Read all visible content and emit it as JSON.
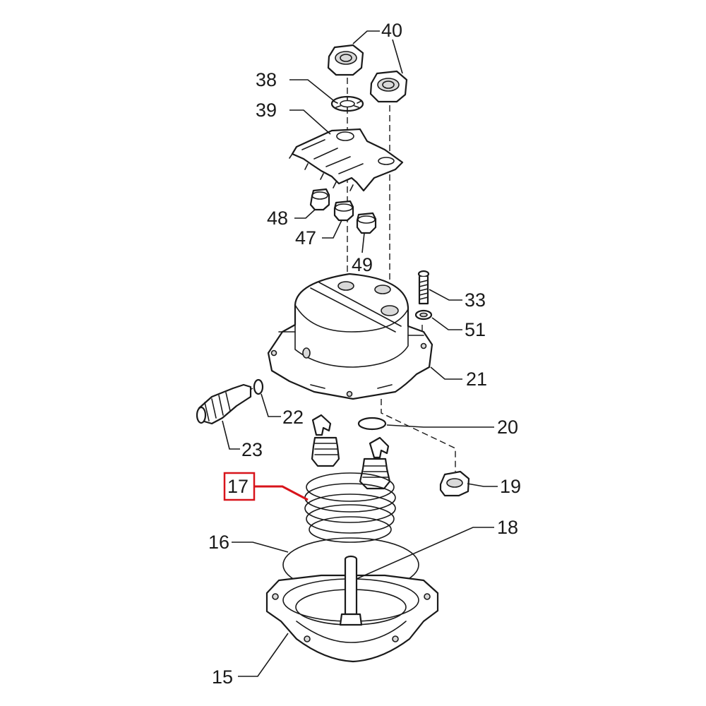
{
  "diagram": {
    "callouts": [
      {
        "id": "p40",
        "label": "40"
      },
      {
        "id": "p38",
        "label": "38"
      },
      {
        "id": "p39",
        "label": "39"
      },
      {
        "id": "p48",
        "label": "48"
      },
      {
        "id": "p47",
        "label": "47"
      },
      {
        "id": "p49",
        "label": "49"
      },
      {
        "id": "p33",
        "label": "33"
      },
      {
        "id": "p51",
        "label": "51"
      },
      {
        "id": "p21",
        "label": "21"
      },
      {
        "id": "p22",
        "label": "22"
      },
      {
        "id": "p20",
        "label": "20"
      },
      {
        "id": "p23",
        "label": "23"
      },
      {
        "id": "p17",
        "label": "17"
      },
      {
        "id": "p19",
        "label": "19"
      },
      {
        "id": "p18",
        "label": "18"
      },
      {
        "id": "p16",
        "label": "16"
      },
      {
        "id": "p15",
        "label": "15"
      }
    ],
    "highlighted_part": "17",
    "highlight_color": "#d8141b",
    "line_color": "#1a1a1a"
  }
}
